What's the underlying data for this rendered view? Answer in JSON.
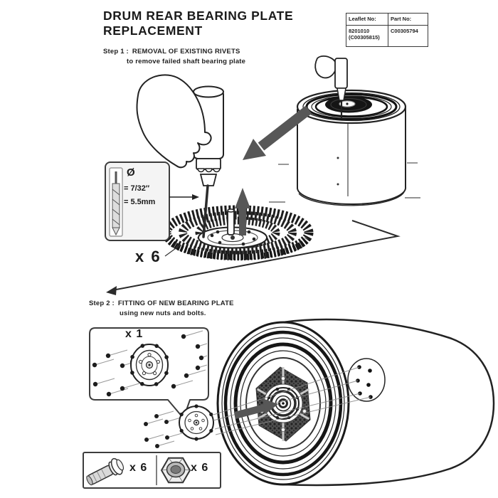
{
  "page": {
    "title_line1": "DRUM REAR BEARING PLATE",
    "title_line2": "REPLACEMENT"
  },
  "info_table": {
    "leaflet_header": "Leaflet No:",
    "part_header": "Part No:",
    "leaflet_no": "8201010",
    "leaflet_no_alt": "(C00305815)",
    "part_no": "C00305794"
  },
  "step1": {
    "label": "Step 1 :",
    "title": "REMOVAL OF EXISTING RIVETS",
    "subtitle": "to remove failed shaft bearing plate",
    "drill_diameter_symbol": "Ø",
    "drill_size_imperial": "= 7/32″",
    "drill_size_metric": "= 5.5mm",
    "rivet_count": "x 6"
  },
  "step2": {
    "label": "Step 2 :",
    "title": "FITTING OF NEW BEARING PLATE",
    "subtitle": "using new nuts and bolts.",
    "plate_count": "x 1",
    "bolt_count": "x 6",
    "nut_count": "x 6"
  },
  "colors": {
    "ink": "#1b1b1b",
    "arrow_gray": "#575757",
    "box_fill": "#f4f4f4"
  }
}
